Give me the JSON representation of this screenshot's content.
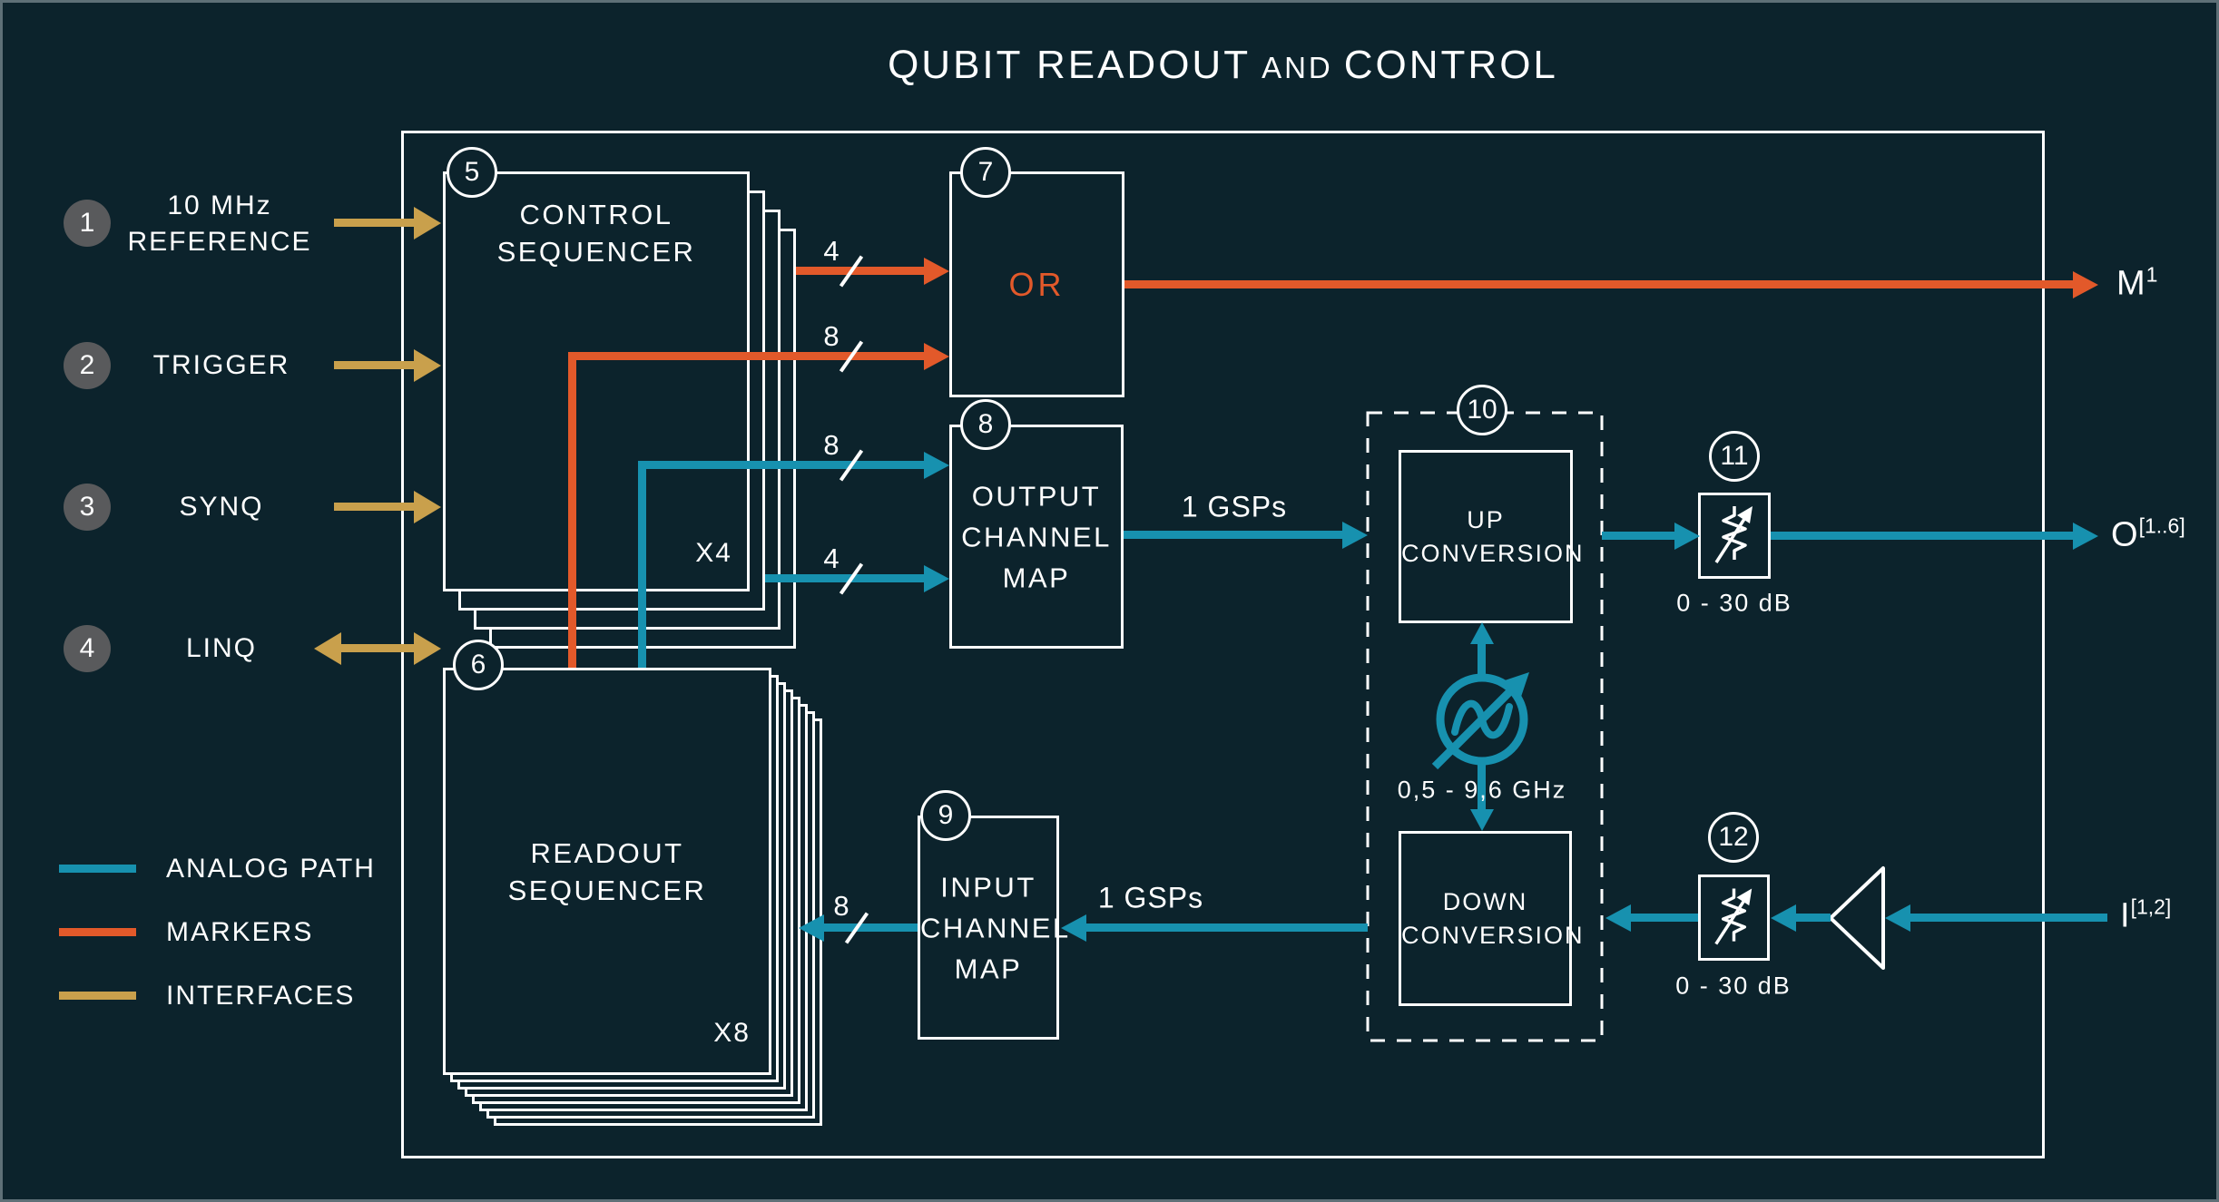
{
  "title": {
    "main1": "QUBIT READOUT",
    "connector": "AND",
    "main2": "CONTROL"
  },
  "colors": {
    "background": "#0c232c",
    "analog": "#1791af",
    "markers": "#e2592a",
    "interfaces": "#c9a04c",
    "circle_gray": "#595a5c",
    "white": "#ffffff"
  },
  "inputs": [
    {
      "num": "1",
      "line1": "10 MHz",
      "line2": "REFERENCE"
    },
    {
      "num": "2",
      "line1": "TRIGGER"
    },
    {
      "num": "3",
      "line1": "SYNQ"
    },
    {
      "num": "4",
      "line1": "LINQ"
    }
  ],
  "legend": [
    {
      "label": "ANALOG PATH",
      "color": "#1791af"
    },
    {
      "label": "MARKERS",
      "color": "#e2592a"
    },
    {
      "label": "INTERFACES",
      "color": "#c9a04c"
    }
  ],
  "blocks": {
    "control_sequencer": {
      "num": "5",
      "line1": "CONTROL",
      "line2": "SEQUENCER",
      "multiplier": "X4"
    },
    "readout_sequencer": {
      "num": "6",
      "line1": "READOUT",
      "line2": "SEQUENCER",
      "multiplier": "X8"
    },
    "or_gate": {
      "num": "7",
      "label": "OR"
    },
    "output_channel_map": {
      "num": "8",
      "line1": "OUTPUT",
      "line2": "CHANNEL",
      "line3": "MAP"
    },
    "input_channel_map": {
      "num": "9",
      "line1": "INPUT",
      "line2": "CHANNEL",
      "line3": "MAP"
    },
    "conversion_group": {
      "num": "10"
    },
    "up_conversion": {
      "line1": "UP",
      "line2": "CONVERSION"
    },
    "down_conversion": {
      "line1": "DOWN",
      "line2": "CONVERSION"
    },
    "output_attenuator": {
      "num": "11",
      "range": "0 - 30 dB"
    },
    "input_attenuator": {
      "num": "12",
      "range": "0 - 30 dB"
    },
    "local_oscillator": {
      "range": "0,5 - 9,6 GHz"
    }
  },
  "buses": {
    "control_markers": "4",
    "readout_markers": "8",
    "readout_analog": "8",
    "control_analog": "4",
    "input_analog": "8",
    "dac_rate": "1 GSPs",
    "adc_rate": "1 GSPs"
  },
  "ports": {
    "marker_out": {
      "base": "M",
      "sup": "1"
    },
    "analog_out": {
      "base": "O",
      "sup": "[1..6]"
    },
    "analog_in": {
      "base": "I",
      "sup": "[1,2]"
    }
  }
}
